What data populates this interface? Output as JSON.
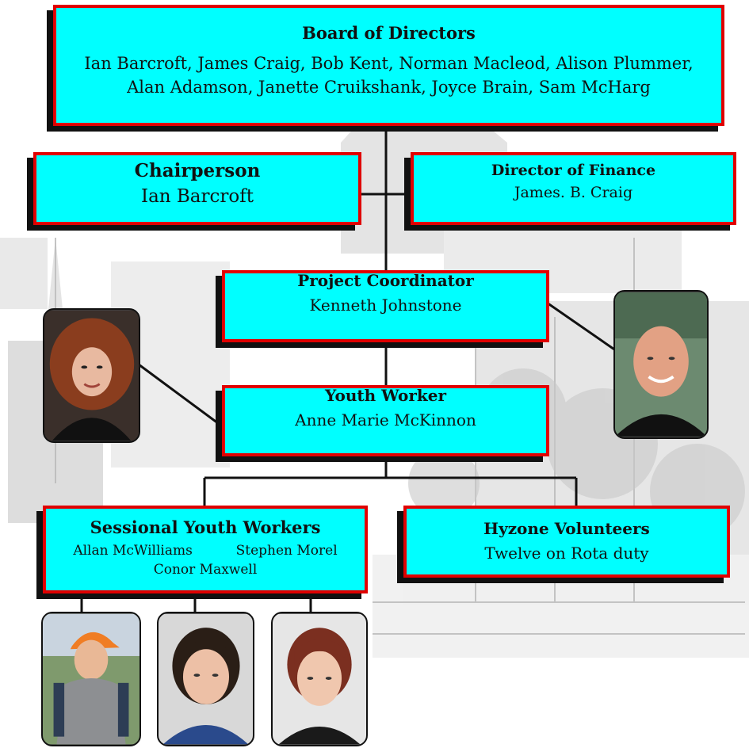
{
  "board": {
    "title": "Board of Directors",
    "line1": "Ian Barcroft, James Craig, Bob Kent, Norman Macleod, Alison Plummer,",
    "line2": "Alan Adamson, Janette Cruikshank, Joyce Brain, Sam McHarg"
  },
  "chairperson": {
    "title": "Chairperson",
    "name": "Ian Barcroft"
  },
  "finance": {
    "title": "Director of Finance",
    "name": "James. B. Craig"
  },
  "coordinator": {
    "title": "Project Coordinator",
    "name": "Kenneth Johnstone"
  },
  "youth_worker": {
    "title": "Youth Worker",
    "name": "Anne Marie McKinnon"
  },
  "sessional": {
    "title": "Sessional Youth Workers",
    "name1": "Allan McWilliams",
    "name2": "Stephen Morel",
    "name3": "Conor Maxwell"
  },
  "volunteers": {
    "title": "Hyzone Volunteers",
    "text": "Twelve on Rota duty"
  },
  "colors": {
    "box_fill": "#00ffff",
    "box_border": "#e00000",
    "shadow": "#111111",
    "connector": "#111111"
  },
  "photos": [
    {
      "subject": "woman with curly auburn hair",
      "icon": "portrait-photo"
    },
    {
      "subject": "bald smiling man",
      "icon": "portrait-photo"
    },
    {
      "subject": "man with orange cap and backpack",
      "icon": "portrait-photo"
    },
    {
      "subject": "young man with dark hair",
      "icon": "portrait-photo"
    },
    {
      "subject": "young man with auburn hair",
      "icon": "portrait-photo"
    }
  ]
}
